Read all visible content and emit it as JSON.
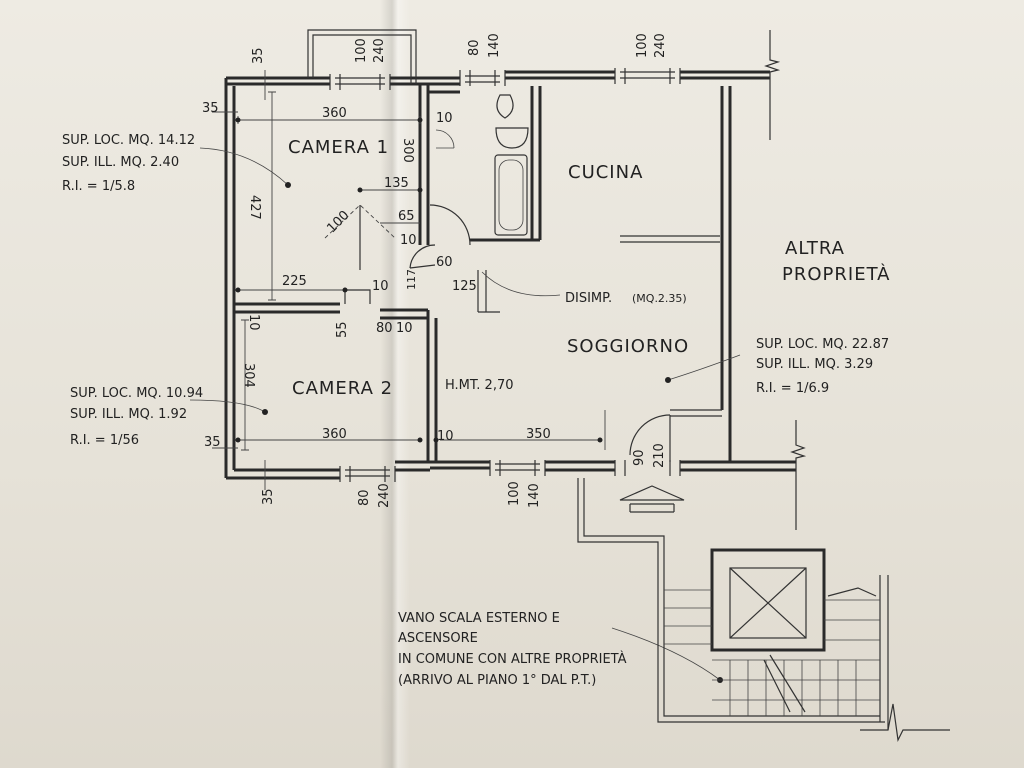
{
  "rooms": {
    "camera1": "CAMERA 1",
    "camera2": "CAMERA 2",
    "cucina": "CUCINA",
    "soggiorno": "SOGGIORNO",
    "disimp": "DISIMP.",
    "disimp_area": "(MQ.2.35)",
    "height": "H.MT. 2,70"
  },
  "neighbor": {
    "line1": "ALTRA",
    "line2": "PROPRIETÀ"
  },
  "camera1_info": {
    "sup_loc": "SUP. LOC. MQ. 14.12",
    "sup_ill": "SUP. ILL. MQ. 2.40",
    "ri": "R.I. = 1/5.8"
  },
  "camera2_info": {
    "sup_loc": "SUP. LOC. MQ. 10.94",
    "sup_ill": "SUP. ILL. MQ. 1.92",
    "ri": "R.I. = 1/56"
  },
  "soggiorno_info": {
    "sup_loc": "SUP. LOC. MQ. 22.87",
    "sup_ill": "SUP. ILL. MQ. 3.29",
    "ri": "R.I. = 1/6.9"
  },
  "stair_note": {
    "line1": "VANO SCALA ESTERNO E",
    "line2": "ASCENSORE",
    "line3": "IN COMUNE CON ALTRE PROPRIETÀ",
    "line4": "(ARRIVO AL PIANO 1° DAL P.T.)"
  },
  "dims": {
    "d35_top": "35",
    "d35_left": "35",
    "d35_mid": "35",
    "d35_bottom": "35",
    "d360_top": "360",
    "d360_bottom": "360",
    "d427": "427",
    "d304": "304",
    "d225": "225",
    "d135": "135",
    "d100": "100",
    "d65": "65",
    "d10a": "10",
    "d10b": "10",
    "d10c": "10",
    "d10d": "10",
    "d10e": "10",
    "d10f": "10",
    "d300": "300",
    "d117": "117",
    "d60": "60",
    "d125": "125",
    "d55": "55",
    "d80": "80",
    "d350": "350",
    "win1_w": "100",
    "win1_h": "240",
    "win2_w": "80",
    "win2_h": "140",
    "win3_w": "100",
    "win3_h": "240",
    "win4_w": "80",
    "win4_h": "240",
    "win5_w": "100",
    "win5_h": "140",
    "door_w": "90",
    "door_h": "210"
  }
}
